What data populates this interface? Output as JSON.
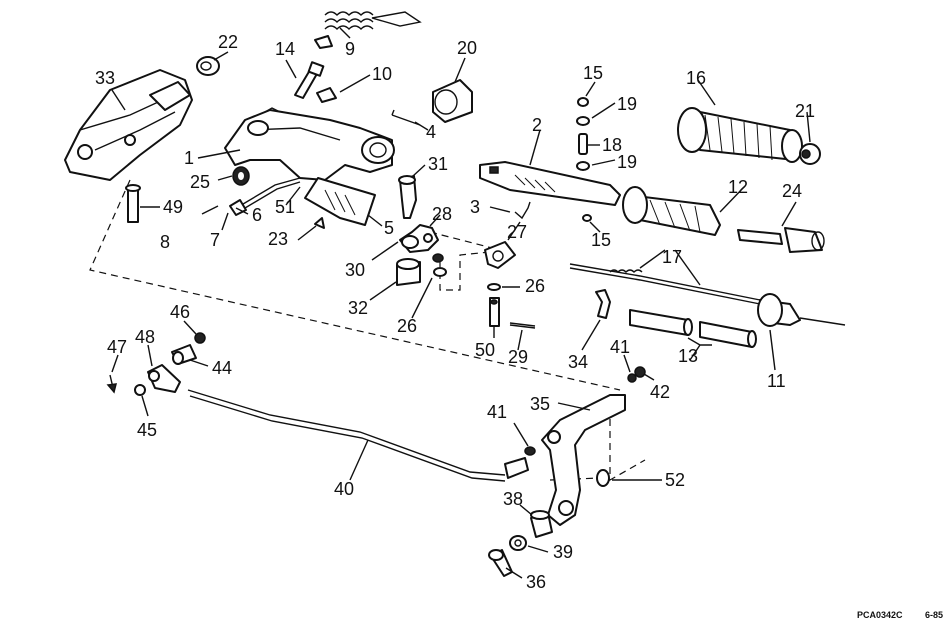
{
  "diagram": {
    "drawing_code": "PCA0342C",
    "date_code": "6-85",
    "callouts": [
      {
        "id": "c1",
        "text": "1"
      },
      {
        "id": "c2",
        "text": "2"
      },
      {
        "id": "c3",
        "text": "3"
      },
      {
        "id": "c4",
        "text": "4"
      },
      {
        "id": "c5",
        "text": "5"
      },
      {
        "id": "c6",
        "text": "6"
      },
      {
        "id": "c7",
        "text": "7"
      },
      {
        "id": "c8",
        "text": "8"
      },
      {
        "id": "c9",
        "text": "9"
      },
      {
        "id": "c10",
        "text": "10"
      },
      {
        "id": "c11",
        "text": "11"
      },
      {
        "id": "c12",
        "text": "12"
      },
      {
        "id": "c13",
        "text": "13"
      },
      {
        "id": "c14",
        "text": "14"
      },
      {
        "id": "c15a",
        "text": "15"
      },
      {
        "id": "c15b",
        "text": "15"
      },
      {
        "id": "c16",
        "text": "16"
      },
      {
        "id": "c17",
        "text": "17"
      },
      {
        "id": "c18",
        "text": "18"
      },
      {
        "id": "c19a",
        "text": "19"
      },
      {
        "id": "c19b",
        "text": "19"
      },
      {
        "id": "c20",
        "text": "20"
      },
      {
        "id": "c21",
        "text": "21"
      },
      {
        "id": "c22",
        "text": "22"
      },
      {
        "id": "c23",
        "text": "23"
      },
      {
        "id": "c24",
        "text": "24"
      },
      {
        "id": "c25",
        "text": "25"
      },
      {
        "id": "c26a",
        "text": "26"
      },
      {
        "id": "c26b",
        "text": "26"
      },
      {
        "id": "c27",
        "text": "27"
      },
      {
        "id": "c28",
        "text": "28"
      },
      {
        "id": "c29",
        "text": "29"
      },
      {
        "id": "c30",
        "text": "30"
      },
      {
        "id": "c31",
        "text": "31"
      },
      {
        "id": "c32",
        "text": "32"
      },
      {
        "id": "c33",
        "text": "33"
      },
      {
        "id": "c34",
        "text": "34"
      },
      {
        "id": "c35",
        "text": "35"
      },
      {
        "id": "c36",
        "text": "36"
      },
      {
        "id": "c38",
        "text": "38"
      },
      {
        "id": "c39",
        "text": "39"
      },
      {
        "id": "c40",
        "text": "40"
      },
      {
        "id": "c41a",
        "text": "41"
      },
      {
        "id": "c41b",
        "text": "41"
      },
      {
        "id": "c42",
        "text": "42"
      },
      {
        "id": "c44",
        "text": "44"
      },
      {
        "id": "c45",
        "text": "45"
      },
      {
        "id": "c46",
        "text": "46"
      },
      {
        "id": "c47",
        "text": "47"
      },
      {
        "id": "c48",
        "text": "48"
      },
      {
        "id": "c49",
        "text": "49"
      },
      {
        "id": "c50",
        "text": "50"
      },
      {
        "id": "c51",
        "text": "51"
      },
      {
        "id": "c52",
        "text": "52"
      }
    ]
  }
}
